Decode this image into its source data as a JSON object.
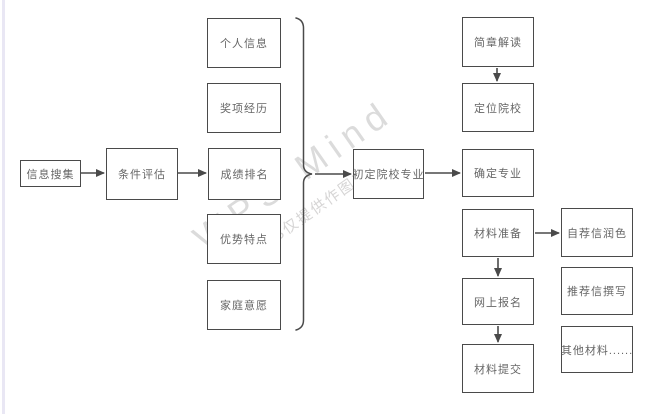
{
  "watermark": {
    "title": "WPS Mind",
    "subtitle": "WPS仅提供作图工具"
  },
  "colors": {
    "line": "#4a4a4a",
    "node_border": "#4a4a4a",
    "node_text": "#666666",
    "watermark_text": "#dbdbdb",
    "edge_strip": "#e9e7f4",
    "background": "#ffffff"
  },
  "flowchart": {
    "nodes": [
      {
        "id": "info-collection",
        "label": "信息搜集"
      },
      {
        "id": "condition-evaluation",
        "label": "条件评估"
      },
      {
        "id": "personal-info",
        "label": "个人信息"
      },
      {
        "id": "awards-experience",
        "label": "奖项经历"
      },
      {
        "id": "grade-ranking",
        "label": "成绩排名"
      },
      {
        "id": "strengths",
        "label": "优势特点"
      },
      {
        "id": "family-wishes",
        "label": "家庭意愿"
      },
      {
        "id": "preliminary-school-major",
        "label": "初定院校专业"
      },
      {
        "id": "brochure-reading",
        "label": "简章解读"
      },
      {
        "id": "school-positioning",
        "label": "定位院校"
      },
      {
        "id": "major-confirmation",
        "label": "确定专业"
      },
      {
        "id": "material-preparation",
        "label": "材料准备"
      },
      {
        "id": "online-registration",
        "label": "网上报名"
      },
      {
        "id": "material-submission",
        "label": "材料提交"
      },
      {
        "id": "self-recommendation-letter-polish",
        "label": "自荐信润色"
      },
      {
        "id": "recommendation-letter-writing",
        "label": "推荐信撰写"
      },
      {
        "id": "other-materials",
        "label": "其他材料......"
      }
    ],
    "connectors": [
      {
        "from": "信息搜集",
        "to": "条件评估",
        "type": "arrow"
      },
      {
        "from": "条件评估",
        "to": "成绩排名",
        "type": "arrow"
      },
      {
        "from": "group-brace",
        "to": "初定院校专业",
        "type": "arrow"
      },
      {
        "from": "初定院校专业",
        "to": "确定专业",
        "type": "arrow"
      },
      {
        "from": "简章解读",
        "to": "定位院校",
        "type": "arrow"
      },
      {
        "from": "材料准备",
        "to": "自荐信润色",
        "type": "arrow"
      },
      {
        "from": "材料准备",
        "to": "网上报名",
        "type": "arrow"
      },
      {
        "from": "网上报名",
        "to": "材料提交",
        "type": "arrow"
      }
    ],
    "brace_groups": [
      {
        "members": [
          "个人信息",
          "奖项经历",
          "成绩排名",
          "优势特点",
          "家庭意愿"
        ],
        "points_to": "初定院校专业"
      }
    ]
  }
}
